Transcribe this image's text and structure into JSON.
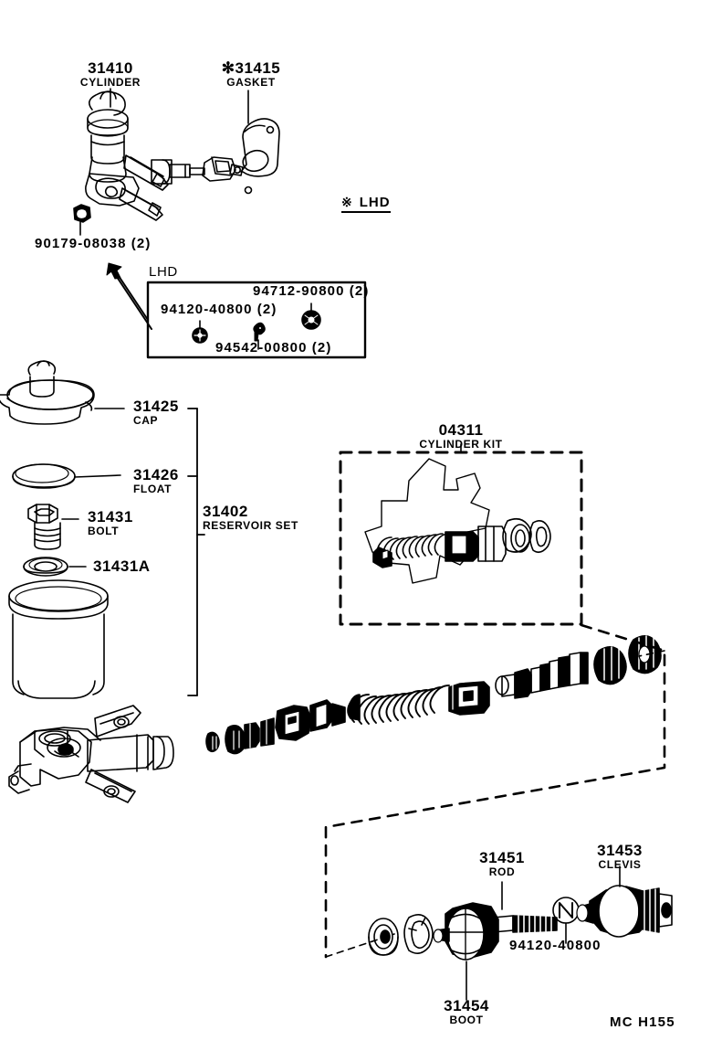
{
  "diagram": {
    "sheet_code": "MC H155",
    "note": {
      "symbol": "※",
      "text": "LHD"
    },
    "inset": {
      "label": "LHD"
    }
  },
  "callouts": [
    {
      "id": "c-31410",
      "number": "31410",
      "name": "CYLINDER",
      "prefix": ""
    },
    {
      "id": "c-31415",
      "number": "31415",
      "name": "GASKET",
      "prefix": "✻"
    },
    {
      "id": "c-31425",
      "number": "31425",
      "name": "CAP",
      "prefix": ""
    },
    {
      "id": "c-31426",
      "number": "31426",
      "name": "FLOAT",
      "prefix": ""
    },
    {
      "id": "c-31431",
      "number": "31431",
      "name": "BOLT",
      "prefix": ""
    },
    {
      "id": "c-31431A",
      "number": "31431A",
      "name": "",
      "prefix": ""
    },
    {
      "id": "c-31402",
      "number": "31402",
      "name": "RESERVOIR SET",
      "prefix": ""
    },
    {
      "id": "c-04311",
      "number": "04311",
      "name": "CYLINDER KIT",
      "prefix": ""
    },
    {
      "id": "c-31451",
      "number": "31451",
      "name": "ROD",
      "prefix": ""
    },
    {
      "id": "c-31453",
      "number": "31453",
      "name": "CLEVIS",
      "prefix": ""
    },
    {
      "id": "c-31454",
      "number": "31454",
      "name": "BOOT",
      "prefix": ""
    }
  ],
  "hardware": [
    {
      "id": "h-90179",
      "code": "90179-08038 (2)"
    },
    {
      "id": "h-94120-top",
      "code": "94120-40800 (2)"
    },
    {
      "id": "h-94712",
      "code": "94712-90800 (2)"
    },
    {
      "id": "h-94542",
      "code": "94542-00800 (2)"
    },
    {
      "id": "h-94120-bot",
      "code": "94120-40800"
    }
  ],
  "colors": {
    "ink": "#000000",
    "paper": "#ffffff"
  }
}
